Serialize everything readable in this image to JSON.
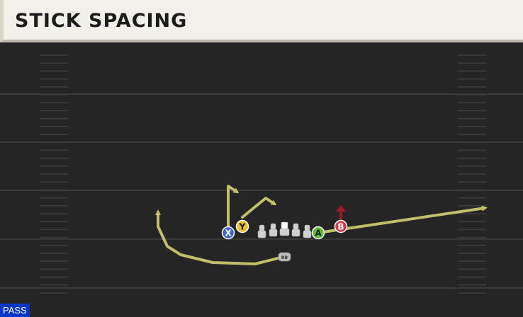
{
  "title": "STICK SPACING",
  "badge": "PASS",
  "players": {
    "x": "X",
    "y": "Y",
    "a": "A",
    "b": "B",
    "rb": "RB"
  },
  "colors": {
    "field": "#252525",
    "route": "#c2bf6a",
    "x": "#3a66cc",
    "y": "#e7c12f",
    "a": "#5fbf3a",
    "b": "#d8394a",
    "block_arrow": "#a0182a",
    "lineman": "#cfcfcf",
    "badge": "#0a36c8"
  }
}
